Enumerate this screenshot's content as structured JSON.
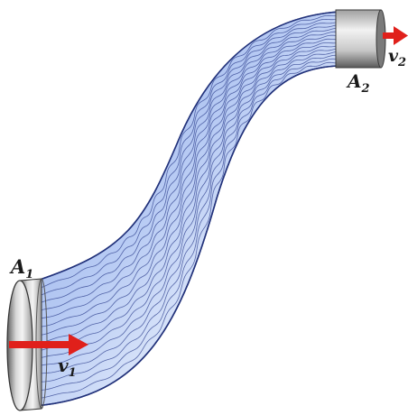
{
  "labels": {
    "inlet_area": {
      "main": "A",
      "sub": "1"
    },
    "outlet_area": {
      "main": "A",
      "sub": "2"
    },
    "inlet_velocity": {
      "main": "v",
      "sub": "1"
    },
    "outlet_velocity": {
      "main": "v",
      "sub": "2"
    }
  },
  "colors": {
    "tube_light": "#e4ecfb",
    "tube_mid": "#b9ccf4",
    "tube_dark": "#8aa6e6",
    "streamline": "#2d3f8e",
    "edge": "#2c3d8a",
    "rim_light": "#f2f2f2",
    "rim_dark": "#6a6a6a",
    "arrow": "#e0201b"
  },
  "icons": {
    "inlet_arrow": "right-arrow-icon",
    "outlet_arrow": "right-arrow-icon"
  }
}
